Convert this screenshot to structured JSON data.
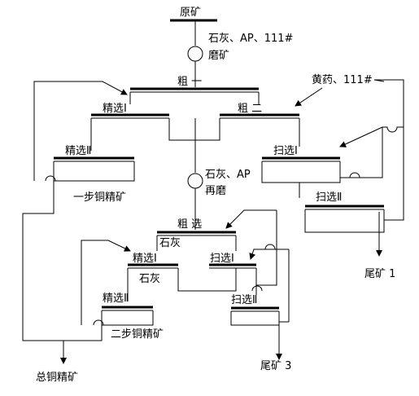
{
  "feed": "原矿",
  "reagents_grind1": "石灰、AP、111#",
  "grind1": "磨矿",
  "reagents_scav_stage1": "黄药、111#",
  "stage1": {
    "rougher": "粗 一",
    "rougher2": "粗 二",
    "cleaner1": "精选Ⅰ",
    "cleaner2": "精选Ⅱ",
    "scavenger1": "扫选Ⅰ",
    "scavenger2": "扫选Ⅱ",
    "concentrate": "一步铜精矿",
    "tailings": "尾矿 1"
  },
  "regrind_reagents": "石灰、AP",
  "regrind": "再磨",
  "stage2": {
    "rougher": "粗 选",
    "lime_a": "石灰",
    "lime_b": "石灰",
    "cleaner1": "精选Ⅰ",
    "cleaner2": "精选Ⅱ",
    "scavenger1": "扫选Ⅰ",
    "scavenger2": "扫选Ⅱ",
    "concentrate": "二步铜精矿",
    "tailings": "尾矿 3"
  },
  "total_concentrate": "总铜精矿"
}
